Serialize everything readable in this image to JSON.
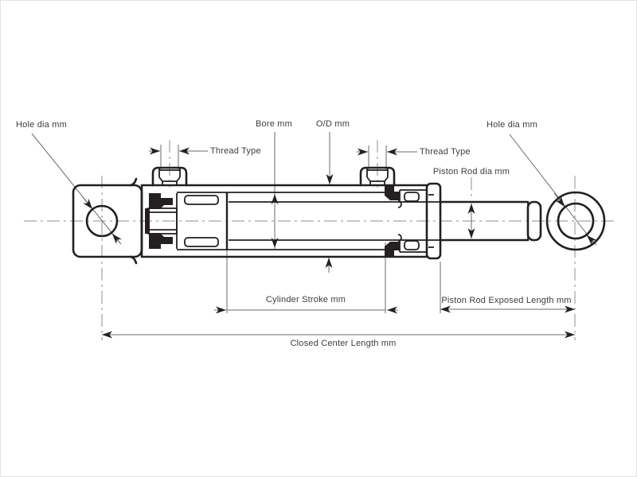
{
  "page": {
    "background": "#ffffff"
  },
  "diagram": {
    "type": "technical-drawing",
    "subject": "Hydraulic cylinder cross-section with dimension callouts",
    "labels": {
      "hole_dia_left": "Hole dia mm",
      "thread_type_left": "Thread Type",
      "bore": "Bore mm",
      "od": "O/D mm",
      "thread_type_right": "Thread Type",
      "hole_dia_right": "Hole dia mm",
      "piston_rod_dia": "Piston Rod dia mm",
      "cylinder_stroke": "Cylinder Stroke mm",
      "piston_rod_exposed_length": "Piston Rod Exposed Length mm",
      "closed_center_length": "Closed Center Length mm"
    },
    "colors": {
      "outline": "#231f20",
      "dimension_line": "#6b6b6b",
      "centerline": "#8d8d8d",
      "arrowhead": "#242021",
      "text": "#3d3d3d",
      "background": "#ffffff"
    }
  }
}
